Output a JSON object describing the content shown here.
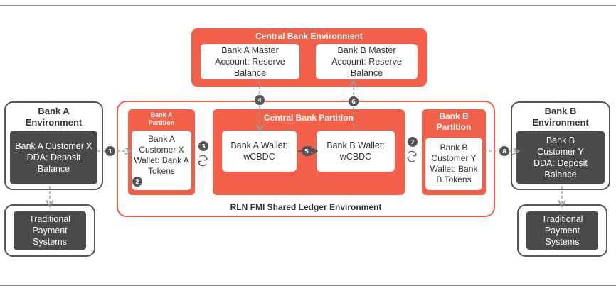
{
  "central_bank_env": {
    "title": "Central Bank Environment",
    "bank_a_master": "Bank A Master Account: Reserve Balance",
    "bank_b_master": "Bank B Master Account: Reserve Balance"
  },
  "ledger": {
    "label": "RLN FMI Shared Ledger Environment"
  },
  "central_bank_partition": {
    "title": "Central Bank Partition",
    "bank_a_wallet": "Bank A Wallet: wCBDC",
    "bank_b_wallet": "Bank B Wallet: wCBDC"
  },
  "bank_a_partition": {
    "title": "Bank A Partition",
    "card": "Bank A Customer X Wallet: Bank A Tokens"
  },
  "bank_b_partition": {
    "title": "Bank B Partition",
    "card": "Bank B Customer Y Wallet: Bank B Tokens"
  },
  "bank_a_env": {
    "title": "Bank A Environment",
    "card": "Bank A Customer X DDA: Deposit Balance",
    "traditional": "Traditional Payment Systems"
  },
  "bank_b_env": {
    "title": "Bank B Environment",
    "card": "Bank B Customer Y DDA: Deposit Balance",
    "traditional": "Traditional Payment Systems"
  },
  "steps": {
    "s1": "1",
    "s2": "2",
    "s3": "3",
    "s4": "4",
    "s5": "5",
    "s6": "6",
    "s7": "7",
    "s8": "8"
  },
  "colors": {
    "accent": "#f2604a",
    "dark": "#4a4a4a",
    "badge": "#555555"
  }
}
